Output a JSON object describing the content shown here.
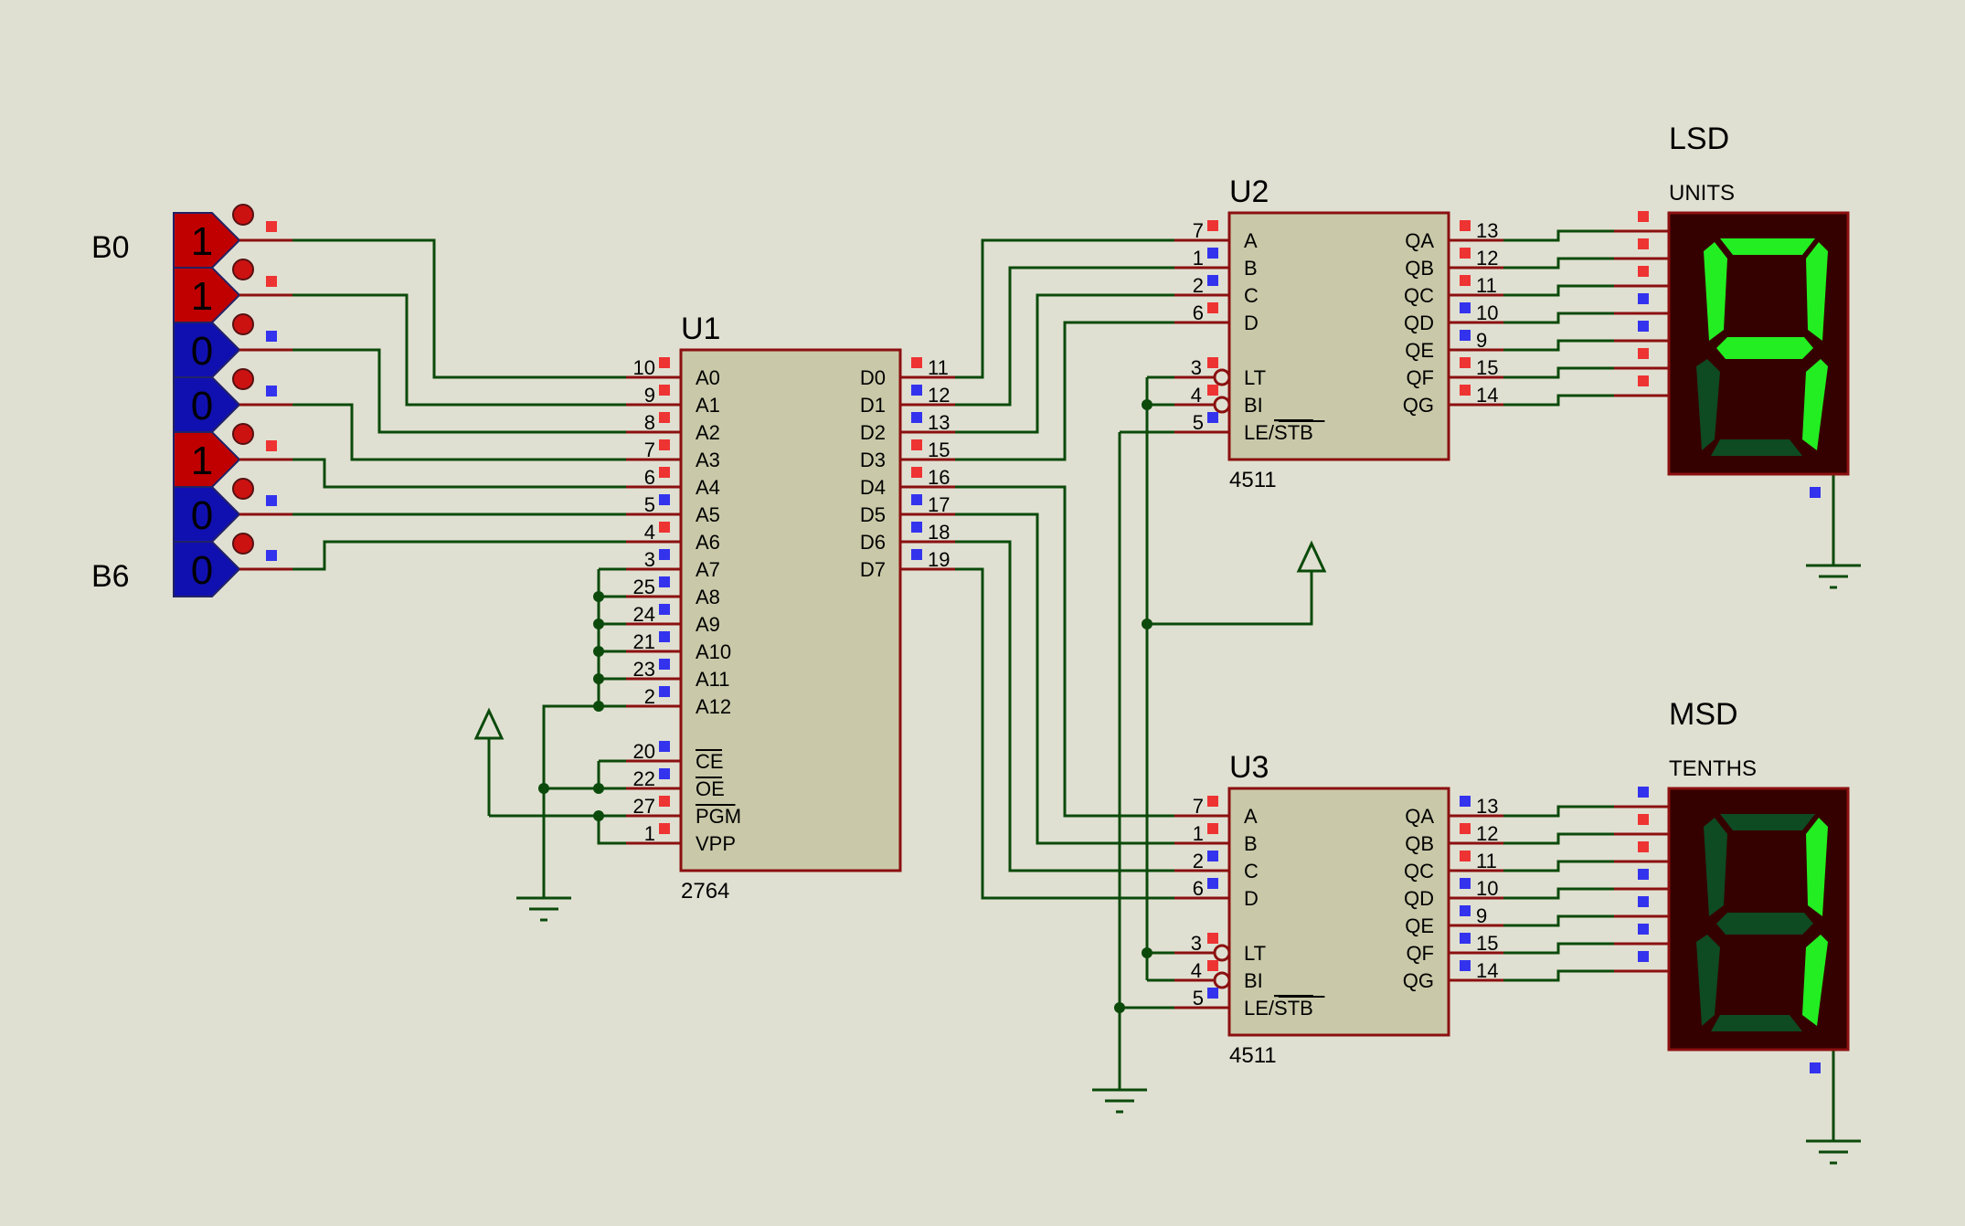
{
  "logic_inputs": {
    "top_label": "B0",
    "bottom_label": "B6",
    "states": [
      "1",
      "1",
      "0",
      "0",
      "1",
      "0",
      "0"
    ],
    "color_high": "#c00000",
    "color_low": "#1010b0"
  },
  "u1": {
    "ref": "U1",
    "part": "2764",
    "left_pins": [
      {
        "num": "10",
        "name": "A0",
        "state": "high"
      },
      {
        "num": "9",
        "name": "A1",
        "state": "high"
      },
      {
        "num": "8",
        "name": "A2",
        "state": "high"
      },
      {
        "num": "7",
        "name": "A3",
        "state": "high"
      },
      {
        "num": "6",
        "name": "A4",
        "state": "high"
      },
      {
        "num": "5",
        "name": "A5",
        "state": "low"
      },
      {
        "num": "4",
        "name": "A6",
        "state": "high"
      },
      {
        "num": "3",
        "name": "A7",
        "state": "low"
      },
      {
        "num": "25",
        "name": "A8",
        "state": "low"
      },
      {
        "num": "24",
        "name": "A9",
        "state": "low"
      },
      {
        "num": "21",
        "name": "A10",
        "state": "low"
      },
      {
        "num": "23",
        "name": "A11",
        "state": "low"
      },
      {
        "num": "2",
        "name": "A12",
        "state": "low"
      },
      {
        "num": "20",
        "name": "CE",
        "state": "low",
        "overbar": true
      },
      {
        "num": "22",
        "name": "OE",
        "state": "low",
        "overbar": true
      },
      {
        "num": "27",
        "name": "PGM",
        "state": "high",
        "overbar": true
      },
      {
        "num": "1",
        "name": "VPP",
        "state": "high"
      }
    ],
    "right_pins": [
      {
        "num": "11",
        "name": "D0",
        "state": "high"
      },
      {
        "num": "12",
        "name": "D1",
        "state": "low"
      },
      {
        "num": "13",
        "name": "D2",
        "state": "low"
      },
      {
        "num": "15",
        "name": "D3",
        "state": "high"
      },
      {
        "num": "16",
        "name": "D4",
        "state": "high"
      },
      {
        "num": "17",
        "name": "D5",
        "state": "low"
      },
      {
        "num": "18",
        "name": "D6",
        "state": "low"
      },
      {
        "num": "19",
        "name": "D7",
        "state": "low"
      }
    ]
  },
  "u2": {
    "ref": "U2",
    "part": "4511",
    "left_pins": [
      {
        "num": "7",
        "name": "A",
        "state": "high"
      },
      {
        "num": "1",
        "name": "B",
        "state": "low"
      },
      {
        "num": "2",
        "name": "C",
        "state": "low"
      },
      {
        "num": "6",
        "name": "D",
        "state": "high"
      },
      {
        "num": "3",
        "name": "LT",
        "state": "high",
        "bubble": true
      },
      {
        "num": "4",
        "name": "BI",
        "state": "high",
        "bubble": true
      },
      {
        "num": "5",
        "name": "LE/STB",
        "state": "low",
        "overbar_part": "STB"
      }
    ],
    "right_pins": [
      {
        "num": "13",
        "name": "QA",
        "state": "high"
      },
      {
        "num": "12",
        "name": "QB",
        "state": "high"
      },
      {
        "num": "11",
        "name": "QC",
        "state": "high"
      },
      {
        "num": "10",
        "name": "QD",
        "state": "low"
      },
      {
        "num": "9",
        "name": "QE",
        "state": "low"
      },
      {
        "num": "15",
        "name": "QF",
        "state": "high"
      },
      {
        "num": "14",
        "name": "QG",
        "state": "high"
      }
    ]
  },
  "u3": {
    "ref": "U3",
    "part": "4511",
    "left_pins": [
      {
        "num": "7",
        "name": "A",
        "state": "high"
      },
      {
        "num": "1",
        "name": "B",
        "state": "high"
      },
      {
        "num": "2",
        "name": "C",
        "state": "low"
      },
      {
        "num": "6",
        "name": "D",
        "state": "low"
      },
      {
        "num": "3",
        "name": "LT",
        "state": "high",
        "bubble": true
      },
      {
        "num": "4",
        "name": "BI",
        "state": "high",
        "bubble": true
      },
      {
        "num": "5",
        "name": "LE/STB",
        "state": "low",
        "overbar_part": "STB"
      }
    ],
    "right_pins": [
      {
        "num": "13",
        "name": "QA",
        "state": "low"
      },
      {
        "num": "12",
        "name": "QB",
        "state": "high"
      },
      {
        "num": "11",
        "name": "QC",
        "state": "high"
      },
      {
        "num": "10",
        "name": "QD",
        "state": "low"
      },
      {
        "num": "9",
        "name": "QE",
        "state": "low"
      },
      {
        "num": "15",
        "name": "QF",
        "state": "low"
      },
      {
        "num": "14",
        "name": "QG",
        "state": "low"
      }
    ]
  },
  "display_lsd": {
    "title": "LSD",
    "subtitle": "UNITS",
    "segments_on": [
      "a",
      "b",
      "c",
      "f",
      "g"
    ],
    "pin_states": [
      "high",
      "high",
      "high",
      "low",
      "low",
      "high",
      "high"
    ],
    "com_state": "low"
  },
  "display_msd": {
    "title": "MSD",
    "subtitle": "TENTHS",
    "segments_on": [
      "b",
      "c"
    ],
    "pin_states": [
      "low",
      "high",
      "high",
      "low",
      "low",
      "low",
      "low"
    ],
    "com_state": "low"
  },
  "colors": {
    "background": "#e0e0d2",
    "wire": "#0b4a0b",
    "component_outline": "#8b1010",
    "chip_fill": "#c9c9a9",
    "pin_high": "#ee3333",
    "pin_low": "#3333ee",
    "segment_on": "#22ee22",
    "segment_off": "#0e4a22",
    "display_body": "#350000"
  }
}
